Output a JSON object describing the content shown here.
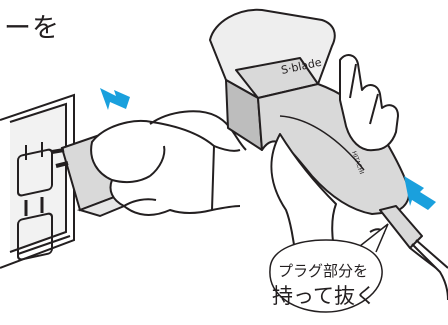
{
  "instruction_fragment": "ーを",
  "shaver_brand": "S·blade",
  "shaver_maker": "HITACHI",
  "callout": {
    "line1": "プラグ部分を",
    "line2": "持って抜く"
  },
  "colors": {
    "arrow": "#1aa0dd",
    "line": "#231f20",
    "body_shade": "#d9d9d9",
    "panel_shade": "#eeeeee"
  },
  "icons": [
    "wall-outlet-icon",
    "ac-adapter-icon",
    "hand-icon",
    "shaver-icon",
    "cord-plug-icon",
    "arrow-icon"
  ]
}
